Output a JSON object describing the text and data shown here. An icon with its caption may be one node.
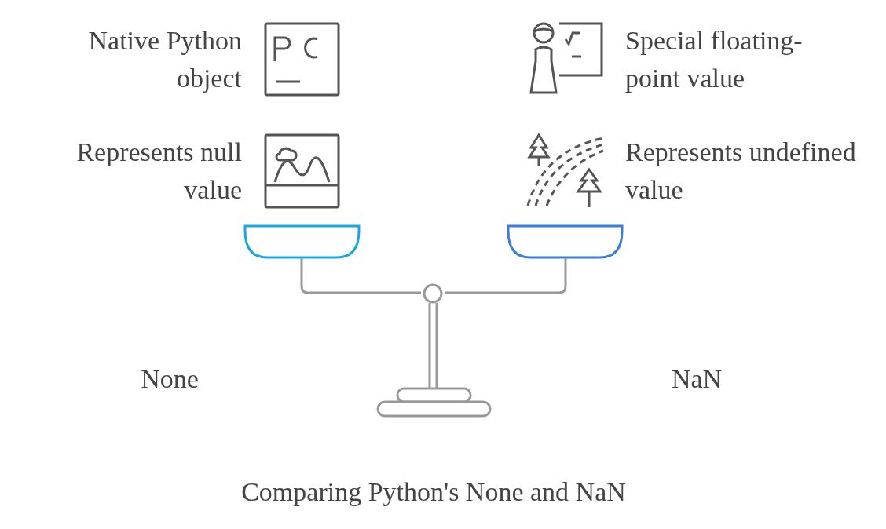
{
  "diagram": {
    "caption": "Comparing Python's None and NaN",
    "labels": [
      "Native Python object",
      "Special floating-point value",
      "Represents null value",
      "Represents undefined value",
      "None",
      "NaN"
    ]
  }
}
